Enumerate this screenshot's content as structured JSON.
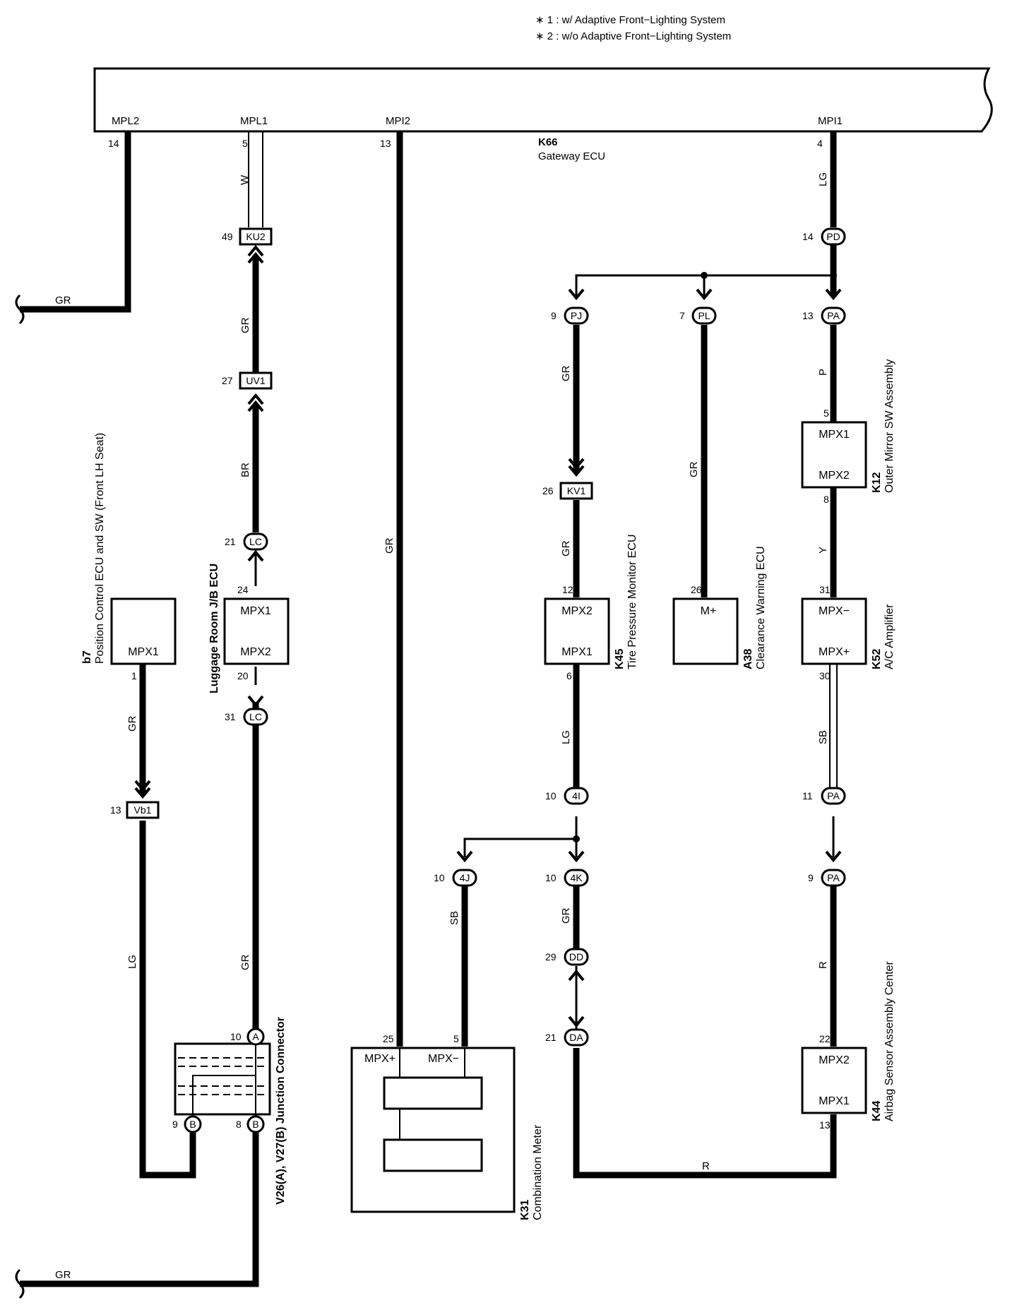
{
  "notes": {
    "n1": "∗ 1 : w/ Adaptive Front−Lighting System",
    "n2": "∗ 2 : w/o Adaptive Front−Lighting System"
  },
  "gateway": {
    "code": "K66",
    "name": "Gateway ECU",
    "pins": [
      {
        "label": "MPL2",
        "num": "14"
      },
      {
        "label": "MPL1",
        "num": "5"
      },
      {
        "label": "MPI2",
        "num": "13"
      },
      {
        "label": "MPI1",
        "num": "4"
      }
    ]
  },
  "connectors": {
    "ku2": {
      "name": "KU2",
      "pin": "49"
    },
    "uv1": {
      "name": "UV1",
      "pin": "27"
    },
    "lc_top": {
      "name": "LC",
      "pin": "21"
    },
    "lc_bot": {
      "name": "LC",
      "pin": "31"
    },
    "vb1": {
      "name": "Vb1",
      "pin": "13"
    },
    "pd": {
      "name": "PD",
      "pin": "14"
    },
    "pj": {
      "name": "PJ",
      "pin": "9"
    },
    "pl": {
      "name": "PL",
      "pin": "7"
    },
    "pa1": {
      "name": "PA",
      "pin": "13"
    },
    "kv1": {
      "name": "KV1",
      "pin": "26"
    },
    "c4i": {
      "name": "4I",
      "pin": "10"
    },
    "c4j": {
      "name": "4J",
      "pin": "10"
    },
    "c4k": {
      "name": "4K",
      "pin": "10"
    },
    "dd": {
      "name": "DD",
      "pin": "29"
    },
    "da": {
      "name": "DA",
      "pin": "21"
    },
    "pa2": {
      "name": "PA",
      "pin": "11"
    },
    "pa3": {
      "name": "PA",
      "pin": "9"
    },
    "jc_a": {
      "name": "A",
      "pin": "10"
    },
    "jc_b1": {
      "name": "B",
      "pin": "9"
    },
    "jc_b2": {
      "name": "B",
      "pin": "8"
    }
  },
  "wires": {
    "gr_top": "GR",
    "w": "W",
    "gr_ku2": "GR",
    "br": "BR",
    "gr_luggage_bottom": "GR",
    "gr_mpi2": "GR",
    "lg_mpi1": "LG",
    "gr_pj": "GR",
    "gr_kv1": "GR",
    "gr_pl": "GR",
    "p": "P",
    "y": "Y",
    "lg_k45": "LG",
    "sb_k52": "SB",
    "sb_4j": "SB",
    "gr_4k": "GR",
    "r_k44": "R",
    "r_bottom": "R",
    "gr_b7": "GR",
    "lg_vb1": "LG",
    "gr_bottom": "GR"
  },
  "components": {
    "b7": {
      "code": "b7",
      "name": "Position Control ECU and SW (Front LH Seat)",
      "pin_label": "MPX1",
      "pin": "1"
    },
    "luggage": {
      "name": "Luggage Room J/B ECU",
      "mpx1": "MPX1",
      "mpx2": "MPX2",
      "pin1": "24",
      "pin2": "20"
    },
    "k45": {
      "code": "K45",
      "name": "Tire Pressure Monitor ECU",
      "mpx2": "MPX2",
      "mpx1": "MPX1",
      "pin_top": "12",
      "pin_bot": "6"
    },
    "a38": {
      "code": "A38",
      "name": "Clearance Warning ECU",
      "pin_label": "M+",
      "pin": "26"
    },
    "k12": {
      "code": "K12",
      "name": "Outer Mirror SW Assembly",
      "mpx1": "MPX1",
      "mpx2": "MPX2",
      "pin_top": "5",
      "pin_bot": "8"
    },
    "k52": {
      "code": "K52",
      "name": "A/C Amplifier",
      "mpxm": "MPX−",
      "mpxp": "MPX+",
      "pin_top": "31",
      "pin_bot": "30"
    },
    "k44": {
      "code": "K44",
      "name": "Airbag Sensor Assembly Center",
      "mpx2": "MPX2",
      "mpx1": "MPX1",
      "pin_top": "22",
      "pin_bot": "13"
    },
    "k31": {
      "code": "K31",
      "name": "Combination Meter",
      "mpxp": "MPX+",
      "mpxm": "MPX−",
      "pin_p": "25",
      "pin_m": "5"
    },
    "jc": {
      "name": "V26(A), V27(B) Junction Connector"
    }
  }
}
